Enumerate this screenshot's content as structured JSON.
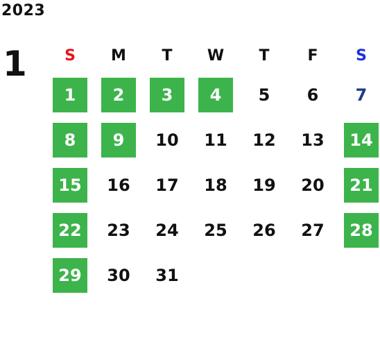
{
  "calendar": {
    "year": "2023",
    "month": "1",
    "weekdays": [
      "S",
      "M",
      "T",
      "W",
      "T",
      "F",
      "S"
    ],
    "highlight_color": "#3cb44b",
    "weeks": [
      [
        {
          "label": "1",
          "highlighted": true
        },
        {
          "label": "2",
          "highlighted": true
        },
        {
          "label": "3",
          "highlighted": true
        },
        {
          "label": "4",
          "highlighted": true
        },
        {
          "label": "5",
          "highlighted": false
        },
        {
          "label": "6",
          "highlighted": false
        },
        {
          "label": "7",
          "highlighted": false
        }
      ],
      [
        {
          "label": "8",
          "highlighted": true
        },
        {
          "label": "9",
          "highlighted": true
        },
        {
          "label": "10",
          "highlighted": false
        },
        {
          "label": "11",
          "highlighted": false
        },
        {
          "label": "12",
          "highlighted": false
        },
        {
          "label": "13",
          "highlighted": false
        },
        {
          "label": "14",
          "highlighted": true
        }
      ],
      [
        {
          "label": "15",
          "highlighted": true
        },
        {
          "label": "16",
          "highlighted": false
        },
        {
          "label": "17",
          "highlighted": false
        },
        {
          "label": "18",
          "highlighted": false
        },
        {
          "label": "19",
          "highlighted": false
        },
        {
          "label": "20",
          "highlighted": false
        },
        {
          "label": "21",
          "highlighted": true
        }
      ],
      [
        {
          "label": "22",
          "highlighted": true
        },
        {
          "label": "23",
          "highlighted": false
        },
        {
          "label": "24",
          "highlighted": false
        },
        {
          "label": "25",
          "highlighted": false
        },
        {
          "label": "26",
          "highlighted": false
        },
        {
          "label": "27",
          "highlighted": false
        },
        {
          "label": "28",
          "highlighted": true
        }
      ],
      [
        {
          "label": "29",
          "highlighted": true
        },
        {
          "label": "30",
          "highlighted": false
        },
        {
          "label": "31",
          "highlighted": false
        },
        {
          "label": "",
          "highlighted": false
        },
        {
          "label": "",
          "highlighted": false
        },
        {
          "label": "",
          "highlighted": false
        },
        {
          "label": "",
          "highlighted": false
        }
      ]
    ]
  }
}
